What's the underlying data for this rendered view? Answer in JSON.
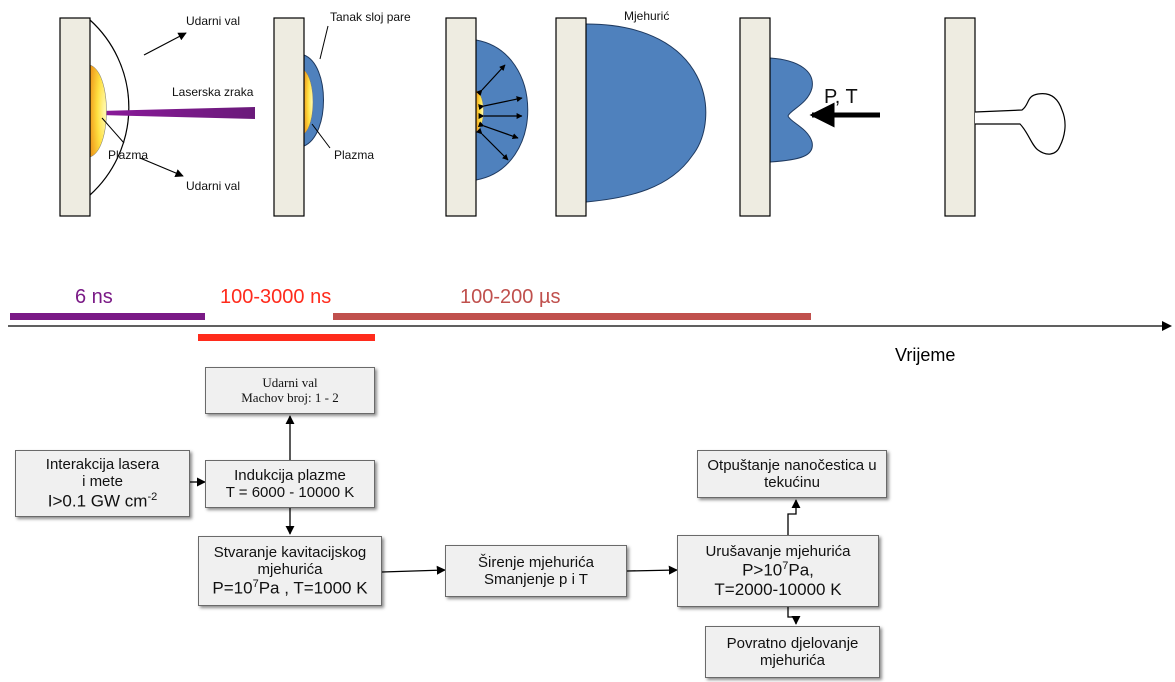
{
  "stages": {
    "shock_wave_top": "Udarni val",
    "laser_beam": "Laserska zraka",
    "plasma_1": "Plazma",
    "shock_wave_bottom": "Udarni val",
    "vapor_layer": "Tanak sloj pare",
    "plasma_2": "Plazma",
    "bubble": "Mjehurić",
    "pressure_temp": "P, T"
  },
  "timeline": {
    "segments": [
      {
        "label": "6 ns",
        "color": "#7a1a86"
      },
      {
        "label": "100-3000 ns",
        "color": "#ff2b1c"
      },
      {
        "label": "100-200 µs",
        "color": "#c0504d"
      }
    ],
    "axis_label": "Vrijeme"
  },
  "flow": {
    "shock": {
      "line1": "Udarni val",
      "line2": "Machov broj: 1 - 2"
    },
    "laser": {
      "line1": "Interakcija lasera",
      "line2": "i mete",
      "line3": "I>0.1 GW cm",
      "sup": "-2"
    },
    "plasma": {
      "line1": "Indukcija plazme",
      "line2": "T = 6000 - 10000 K"
    },
    "cavitation": {
      "line1": "Stvaranje kavitacijskog",
      "line2": "mjehurića",
      "p_pre": "P=10",
      "p_sup": "7",
      "p_post": "Pa , T=1000 K"
    },
    "expansion": {
      "line1": "Širenje mjehurića",
      "line2": "Smanjenje p i T"
    },
    "collapse": {
      "line1": "Urušavanje mjehurića",
      "p_pre": "P>10",
      "p_sup": "7",
      "p_post": "Pa,",
      "line3": "T=2000-10000 K"
    },
    "release": {
      "line1": "Otpuštanje nanočestica u",
      "line2": "tekućinu"
    },
    "rebound": {
      "line1": "Povratno djelovanje",
      "line2": "mjehurića"
    }
  },
  "colors": {
    "bubble_blue": "#4f81bd",
    "target_fill": "#eeece1",
    "plasma_yellow": "#ffe84a",
    "laser_purple": "#7a1a86"
  }
}
